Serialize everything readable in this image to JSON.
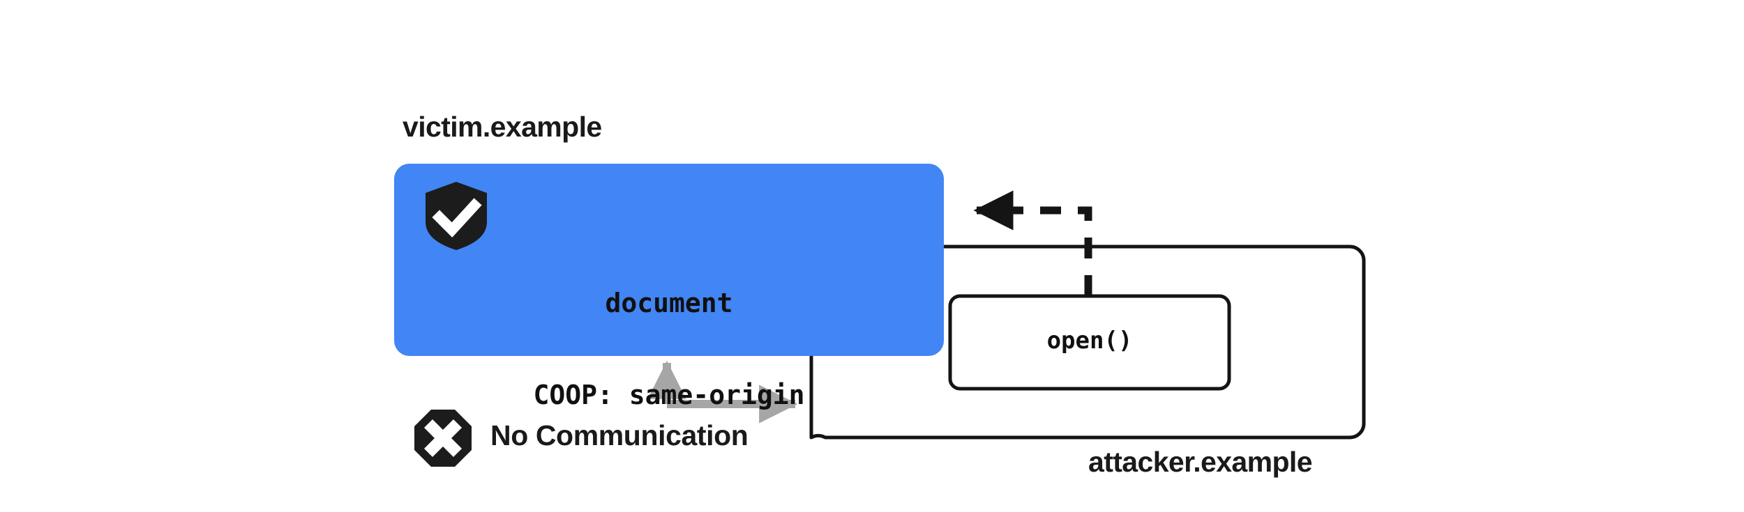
{
  "diagram": {
    "title_concept": "COOP same-origin blocks cross-origin window communication",
    "background_color": "#ffffff",
    "accent_color": "#4285f4",
    "line_color": "#141414",
    "muted_color": "#a6a6a6"
  },
  "victim": {
    "label": "victim.example",
    "shield_icon": "shield-check-icon",
    "document_line1": "document",
    "document_line2": "COOP: same-origin",
    "box_color": "#4285f4"
  },
  "attacker": {
    "label": "attacker.example",
    "open_call": "open()"
  },
  "annotations": {
    "no_communication": "No Communication",
    "no_communication_icon": "octagon-x-icon",
    "opener_arrow": "dashed-arrow-to-victim",
    "blocked_arrow": "gray-double-arrow"
  }
}
